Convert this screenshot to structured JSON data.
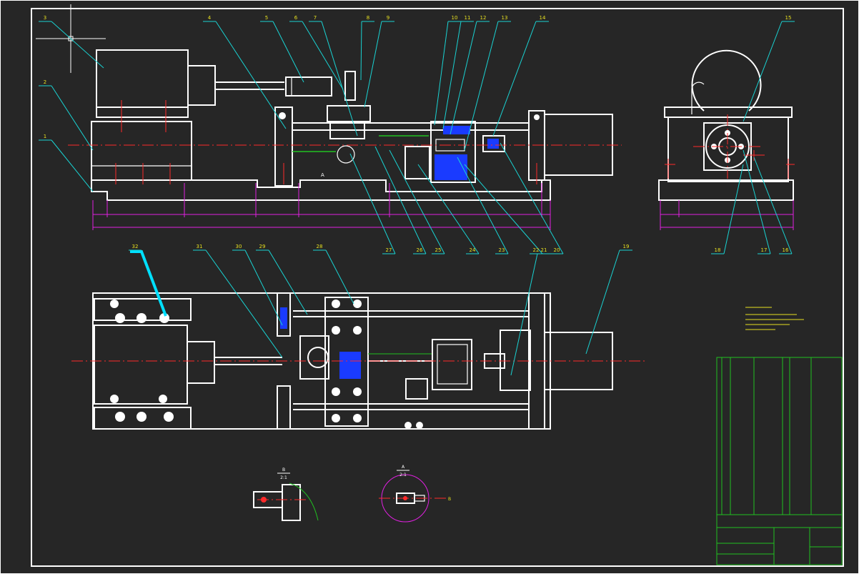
{
  "callouts": [
    "1",
    "2",
    "3",
    "4",
    "5",
    "6",
    "7",
    "8",
    "9",
    "10",
    "11",
    "12",
    "13",
    "14",
    "15",
    "16",
    "17",
    "18",
    "19",
    "20",
    "21",
    "22",
    "23",
    "24",
    "25",
    "26",
    "27",
    "28",
    "29",
    "30",
    "31",
    "32"
  ],
  "section_a": {
    "letter": "A",
    "ratio": "2:1"
  },
  "section_b": {
    "letter": "B",
    "ratio": "2:1"
  },
  "colors": {
    "background": "#262626",
    "outline": "#ffffff",
    "leader": "#19d3d3",
    "dimension": "#e020e0",
    "centerline": "#ff2a2a",
    "fill": "#1a3bff",
    "notes": "#e6e020",
    "table": "#20c020"
  }
}
